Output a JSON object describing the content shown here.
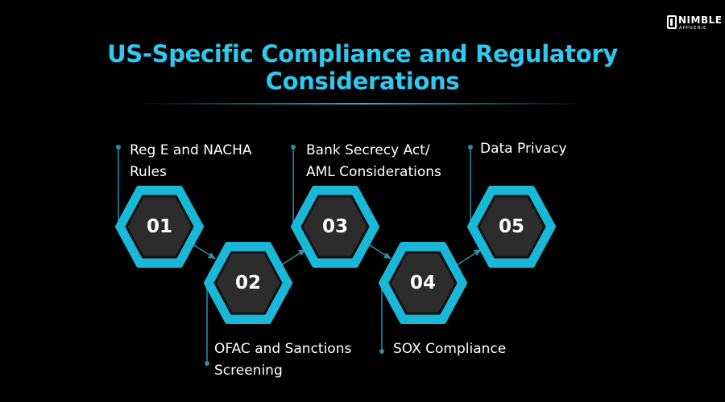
{
  "title": "US-Specific Compliance and Regulatory\nConsiderations",
  "logo": {
    "brand": "NIMBLE",
    "sub": "APPGENIE"
  },
  "colors": {
    "accent": "#2ec9f0",
    "hex_border": "#19b8d8",
    "hex_fill": "#2c2c2c",
    "connector": "#2a8fa6",
    "background": "#000000"
  },
  "steps": [
    {
      "number": "01",
      "label": "Reg E and NACHA\nRules"
    },
    {
      "number": "02",
      "label": "OFAC and Sanctions\nScreening"
    },
    {
      "number": "03",
      "label": "Bank Secrecy Act/\nAML Considerations"
    },
    {
      "number": "04",
      "label": "SOX Compliance"
    },
    {
      "number": "05",
      "label": "Data Privacy"
    }
  ]
}
